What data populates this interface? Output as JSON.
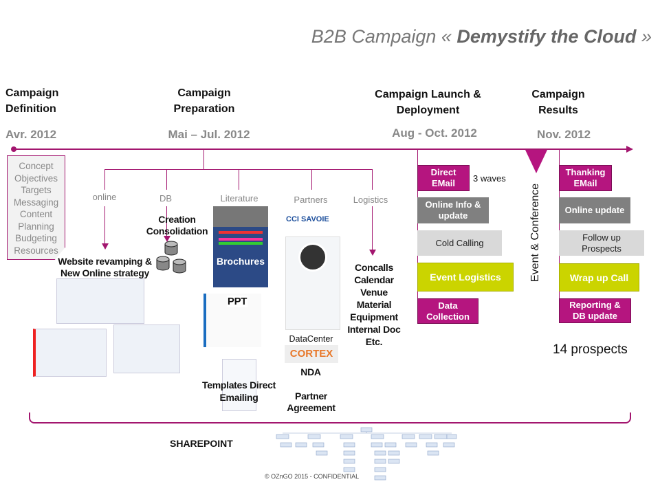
{
  "title": {
    "prefix": "B2B Campaign « ",
    "emphasis": "Demystify the Cloud",
    "suffix": " »"
  },
  "phases": [
    {
      "title": "Campaign Definition",
      "date": "Avr. 2012"
    },
    {
      "title": "Campaign Preparation",
      "date": "Mai – Jul.  2012"
    },
    {
      "title": "Campaign Launch & Deployment",
      "date": "Aug - Oct. 2012"
    },
    {
      "title": "Campaign Results",
      "date": "Nov. 2012"
    }
  ],
  "definition_items": [
    "Concept",
    "Objectives",
    "Targets",
    "Messaging",
    "Content",
    "Planning",
    "Budgeting",
    "Resources"
  ],
  "preparation": {
    "branches": [
      "online",
      "DB",
      "Literature",
      "Partners",
      "Logistics"
    ],
    "online_result": "Website revamping & New Online strategy",
    "db_result": "Creation Consolidation",
    "brochure_label": "Brochures",
    "ppt_label": "PPT",
    "templates_label": "Templates Direct Emailing",
    "cci_logo": "CCI SAVOIE",
    "datacenter_label": "DataCenter",
    "cortex_logo": "CORTEX",
    "nda_label": "NDA",
    "partner_agreement": "Partner Agreement",
    "logistics_items": [
      "Concalls",
      "Calendar",
      "Venue",
      "Material",
      "Equipment",
      "Internal Doc",
      "Etc."
    ]
  },
  "launch": {
    "boxes": [
      "Direct EMail",
      "Online Info & update",
      "Cold Calling",
      "Event Logistics",
      "Data Collection"
    ],
    "note": "3 waves",
    "event": "Event & Conference"
  },
  "results": {
    "boxes": [
      "Thanking EMail",
      "Online update",
      "Follow up Prospects",
      "Wrap up Call",
      "Reporting & DB update"
    ],
    "outcome": "14 prospects"
  },
  "sharepoint": "SHAREPOINT",
  "footer": "© OZnGO 2015 - CONFIDENTIAL",
  "colors": {
    "accent": "#a3166f",
    "magenta_box": "#b5157f",
    "gray_box": "#808080",
    "light_box": "#d9d9d9",
    "yellow_box": "#cbd400"
  }
}
